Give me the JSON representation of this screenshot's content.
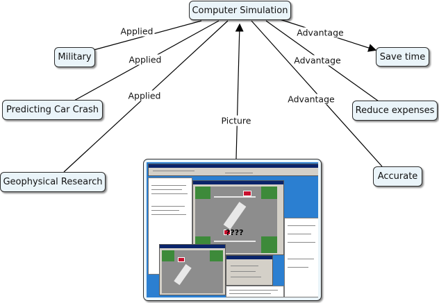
{
  "nodes": {
    "computer_simulation": "Computer Simulation",
    "military": "Military",
    "predicting_car_crash": "Predicting Car Crash",
    "geophysical_research": "Geophysical Research",
    "save_time": "Save time",
    "reduce_expenses": "Reduce expenses",
    "accurate": "Accurate"
  },
  "links": {
    "applied_1": "Applied",
    "applied_2": "Applied",
    "applied_3": "Applied",
    "advantage_1": "Advantage",
    "advantage_2": "Advantage",
    "advantage_3": "Advantage",
    "picture": "Picture"
  },
  "picture": {
    "overlay_text": "????",
    "icon": "traffic-simulation-screenshot"
  },
  "colors": {
    "node_fill": "#eaf4f9",
    "node_border": "#2b2b2b",
    "line": "#000000",
    "screenshot_desktop": "#2b7fd1"
  }
}
